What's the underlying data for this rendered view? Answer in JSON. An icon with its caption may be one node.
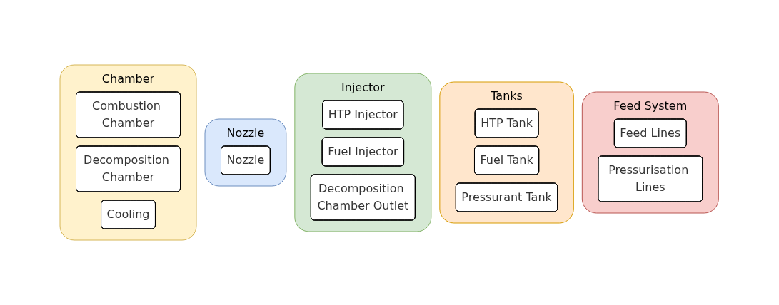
{
  "diagram": {
    "nodes": [
      {
        "text": [
          "Chamber"
        ]
      },
      {
        "text": [
          "Combustion Chamber"
        ],
        "in": 0
      },
      {
        "text": [
          "Decomposition Chamber"
        ],
        "in": 0
      },
      {
        "text": [
          "Cooling"
        ],
        "in": 0
      },
      {
        "text": [
          "Nozzle"
        ]
      },
      {
        "text": [
          "Nozzle"
        ],
        "in": 4
      },
      {
        "text": [
          "Injector"
        ]
      },
      {
        "text": [
          "HTP Injector"
        ],
        "in": 6
      },
      {
        "text": [
          "Fuel Injector"
        ],
        "in": 6
      },
      {
        "text": [
          "Decomposition Chamber Outlet"
        ],
        "in": 6
      },
      {
        "text": [
          "Tanks"
        ]
      },
      {
        "text": [
          "HTP Tank"
        ],
        "in": 10
      },
      {
        "text": [
          "Fuel Tank"
        ],
        "in": 10
      },
      {
        "text": [
          "Pressurant Tank"
        ],
        "in": 10
      },
      {
        "text": [
          "Feed System"
        ]
      },
      {
        "text": [
          "Feed Lines"
        ],
        "in": 14
      },
      {
        "text": [
          "Pressurisation Lines"
        ],
        "in": 14
      }
    ]
  }
}
